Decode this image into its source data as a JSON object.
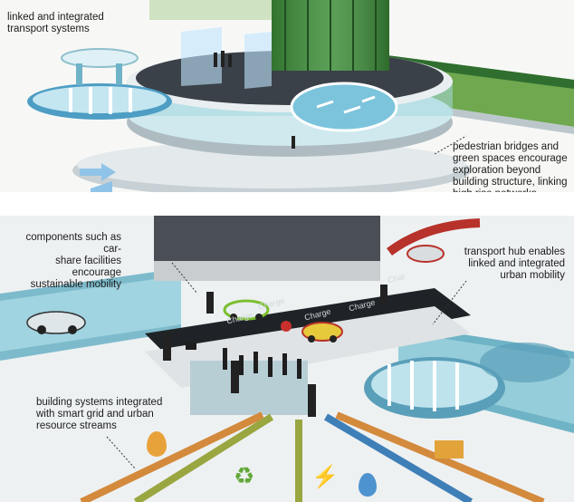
{
  "top_panel": {
    "labels": {
      "transport": "linked and integrated\ntransport systems",
      "pedestrian": "pedestrian bridges and\ngreen spaces encourage\nexploration beyond\nbuilding structure, linking\nhigh rise networks"
    }
  },
  "bottom_panel": {
    "labels": {
      "car_share": "components such as car-\nshare facilities encourage\nsustainable mobility",
      "transport_hub": "transport hub enables\nlinked and integrated\nurban mobility",
      "building_systems": "building systems integrated\nwith smart grid and urban\nresource streams"
    },
    "floor_text": [
      "Charge",
      "Charge",
      "Charge",
      "Charge",
      "Char"
    ]
  },
  "colors": {
    "glass": "#9fd3dc",
    "tube": "#5bb5c9",
    "green": "#3e8f3a",
    "pipe_orange": "#d38a3c",
    "pipe_blue": "#3f7fb8",
    "pipe_olive": "#9aa640"
  },
  "icons": [
    "recycle-icon",
    "lightning-icon",
    "water-drop-icon",
    "envelope-icon",
    "oil-drop-icon"
  ]
}
